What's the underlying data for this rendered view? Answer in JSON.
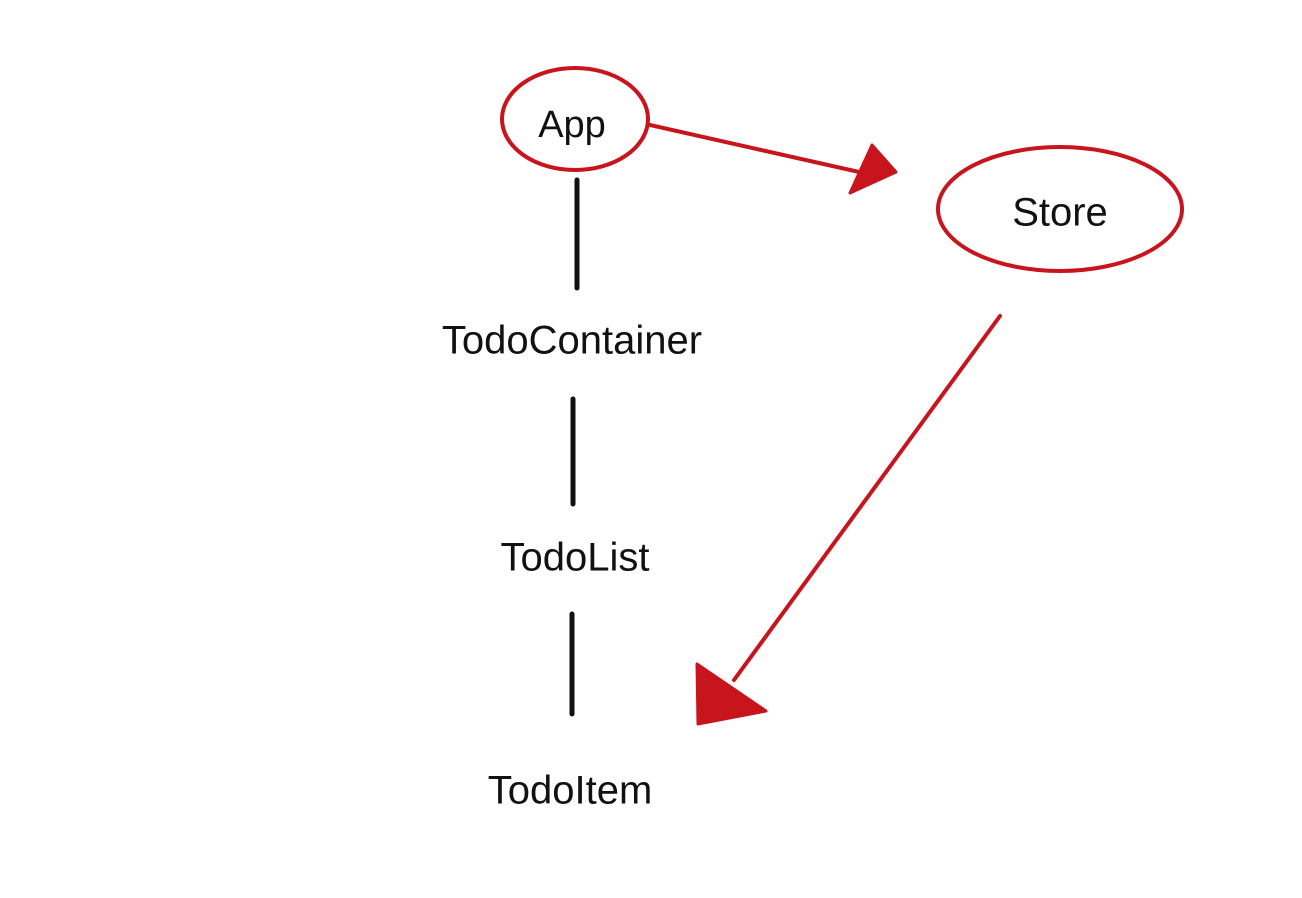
{
  "diagram": {
    "nodes": {
      "app": "App",
      "store": "Store",
      "todo_container": "TodoContainer",
      "todo_list": "TodoList",
      "todo_item": "TodoItem"
    },
    "colors": {
      "highlight": "#c8141c",
      "line": "#111111",
      "background": "#ffffff"
    }
  }
}
